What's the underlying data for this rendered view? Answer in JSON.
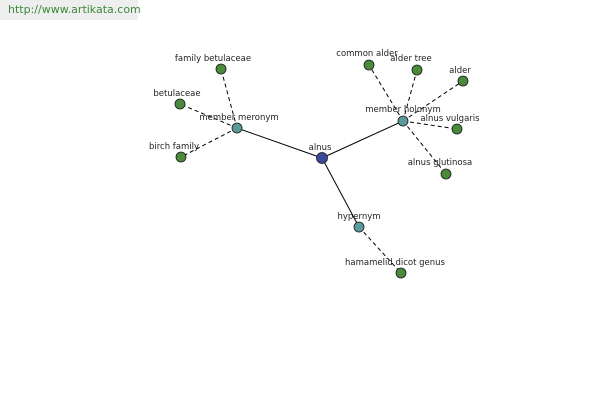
{
  "site": {
    "url_text": "http://www.artikata.com"
  },
  "colors": {
    "center": "#3b4a9c",
    "relation": "#5a9a9a",
    "leaf": "#4a8a3a",
    "link": "#3a8a3a"
  },
  "graph": {
    "nodes": [
      {
        "id": "alnus",
        "label": "alnus",
        "kind": "center"
      },
      {
        "id": "member_meronym",
        "label": "member meronym",
        "kind": "relation"
      },
      {
        "id": "member_holonym",
        "label": "member holonym",
        "kind": "relation"
      },
      {
        "id": "hypernym",
        "label": "hypernym",
        "kind": "relation"
      },
      {
        "id": "family_betulaceae",
        "label": "family betulaceae",
        "kind": "leaf"
      },
      {
        "id": "betulaceae",
        "label": "betulaceae",
        "kind": "leaf"
      },
      {
        "id": "birch_family",
        "label": "birch family",
        "kind": "leaf"
      },
      {
        "id": "common_alder",
        "label": "common alder",
        "kind": "leaf"
      },
      {
        "id": "alder_tree",
        "label": "alder tree",
        "kind": "leaf"
      },
      {
        "id": "alder",
        "label": "alder",
        "kind": "leaf"
      },
      {
        "id": "alnus_vulgaris",
        "label": "alnus vulgaris",
        "kind": "leaf"
      },
      {
        "id": "alnus_glutinosa",
        "label": "alnus glutinosa",
        "kind": "leaf"
      },
      {
        "id": "hamamelid_dicot_genus",
        "label": "hamamelid dicot genus",
        "kind": "leaf"
      }
    ],
    "edges": [
      {
        "from": "alnus",
        "to": "member_meronym",
        "style": "solid"
      },
      {
        "from": "alnus",
        "to": "member_holonym",
        "style": "solid"
      },
      {
        "from": "alnus",
        "to": "hypernym",
        "style": "solid"
      },
      {
        "from": "member_meronym",
        "to": "family_betulaceae",
        "style": "dashed"
      },
      {
        "from": "member_meronym",
        "to": "betulaceae",
        "style": "dashed"
      },
      {
        "from": "member_meronym",
        "to": "birch_family",
        "style": "dashed"
      },
      {
        "from": "member_holonym",
        "to": "common_alder",
        "style": "dashed"
      },
      {
        "from": "member_holonym",
        "to": "alder_tree",
        "style": "dashed"
      },
      {
        "from": "member_holonym",
        "to": "alder",
        "style": "dashed"
      },
      {
        "from": "member_holonym",
        "to": "alnus_vulgaris",
        "style": "dashed"
      },
      {
        "from": "member_holonym",
        "to": "alnus_glutinosa",
        "style": "dashed"
      },
      {
        "from": "hypernym",
        "to": "hamamelid_dicot_genus",
        "style": "dashed"
      }
    ]
  }
}
